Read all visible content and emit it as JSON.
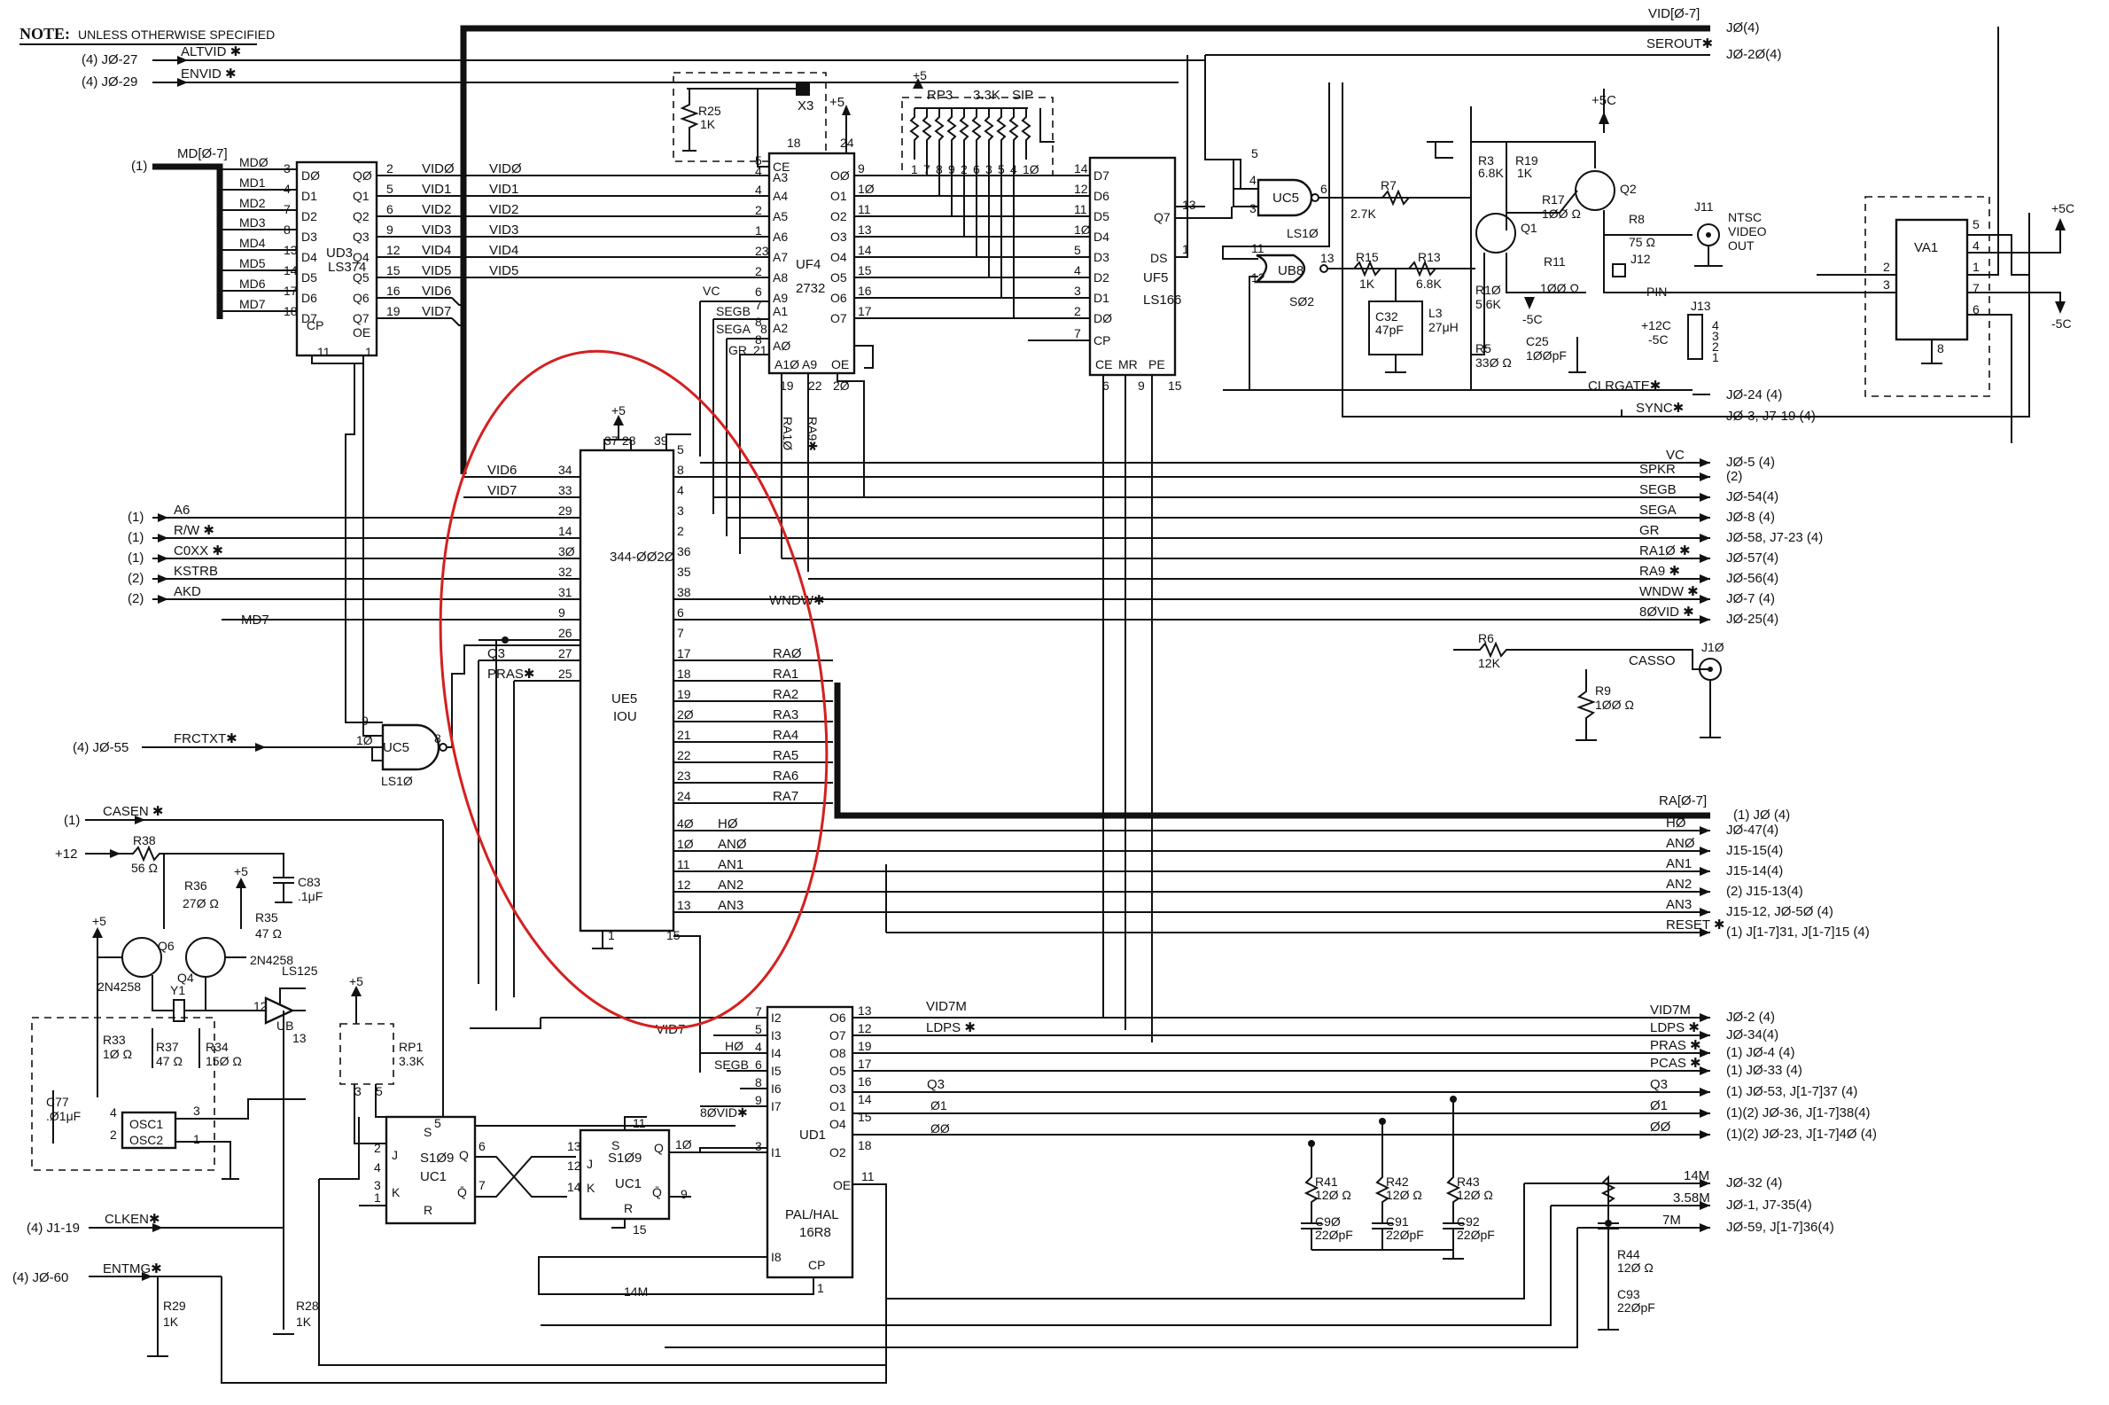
{
  "note": {
    "title": "NOTE:",
    "text": "UNLESS OTHERWISE SPECIFIED"
  },
  "left_inputs": [
    {
      "ref": "(4) JØ-27",
      "signal": "ALTVID ✱"
    },
    {
      "ref": "(4) JØ-29",
      "signal": "ENVID ✱"
    },
    {
      "ref": "(1)",
      "signal": "A6"
    },
    {
      "ref": "(1)",
      "signal": "R/W ✱"
    },
    {
      "ref": "(1)",
      "signal": "C0XX ✱"
    },
    {
      "ref": "(2)",
      "signal": "KSTRB"
    },
    {
      "ref": "(2)",
      "signal": "AKD"
    },
    {
      "ref": "(4) JØ-55",
      "signal": "FRCTXT✱"
    },
    {
      "ref": "(1)",
      "signal": "CASEN ✱"
    },
    {
      "ref": "+12",
      "signal": ""
    },
    {
      "ref": "(4) J1-19",
      "signal": "CLKEN✱"
    },
    {
      "ref": "(4) JØ-60",
      "signal": "ENTMG✱"
    }
  ],
  "md_bus": {
    "ref": "(1)",
    "label": "MD[Ø-7]",
    "lines": [
      "MDØ",
      "MD1",
      "MD2",
      "MD3",
      "MD4",
      "MD5",
      "MD6",
      "MD7"
    ]
  },
  "ud3": {
    "name": "UD3",
    "part": "LS374",
    "inputs": [
      "DØ",
      "D1",
      "D2",
      "D3",
      "D4",
      "D5",
      "D6",
      "D7"
    ],
    "in_pins": [
      "3",
      "4",
      "7",
      "8",
      "13",
      "14",
      "17",
      "18"
    ],
    "outputs": [
      "QØ",
      "Q1",
      "Q2",
      "Q3",
      "Q4",
      "Q5",
      "Q6",
      "Q7"
    ],
    "out_pins": [
      "2",
      "5",
      "6",
      "9",
      "12",
      "15",
      "16",
      "19"
    ],
    "cp": "CP",
    "oe": "OE",
    "cp_pin": "11",
    "oe_pin": "1"
  },
  "vid_lines": [
    "VIDØ",
    "VID1",
    "VID2",
    "VID3",
    "VID4",
    "VID5",
    "VID6",
    "VID7"
  ],
  "uf4": {
    "name": "UF4",
    "part": "2732",
    "left_pins": [
      [
        "CE",
        "5"
      ],
      [
        "A3",
        "4"
      ],
      [
        "A4",
        "4"
      ],
      [
        "A5",
        "2"
      ],
      [
        "A6",
        "1"
      ],
      [
        "A7",
        "23"
      ],
      [
        "A8",
        "2"
      ],
      [
        "A9",
        "6"
      ],
      [
        "A1",
        "7"
      ],
      [
        "A2",
        "8"
      ],
      [
        "AØ",
        "8"
      ]
    ],
    "right_pins": [
      [
        "OØ",
        "9"
      ],
      [
        "O1",
        "1Ø"
      ],
      [
        "O2",
        "11"
      ],
      [
        "O3",
        "13"
      ],
      [
        "O4",
        "14"
      ],
      [
        "O5",
        "15"
      ],
      [
        "O6",
        "16"
      ],
      [
        "O7",
        "17"
      ]
    ],
    "bottom": [
      "A1Ø",
      "A9",
      "OE"
    ],
    "bottom_pins": [
      "19",
      "22",
      "2Ø"
    ],
    "top_pins": [
      "18",
      "24"
    ],
    "extra": [
      "VC",
      "SEGB",
      "SEGA",
      "GR"
    ],
    "extra_pins": [
      "7",
      "8",
      "21"
    ]
  },
  "x3": {
    "name": "X3",
    "supply": "+5"
  },
  "r25": {
    "name": "R25",
    "value": "1K"
  },
  "rp3": {
    "name": "RP3",
    "value": "3.3K",
    "type": "SIP",
    "supply": "+5",
    "pins": [
      "1",
      "7",
      "8",
      "9",
      "2",
      "6",
      "3",
      "5",
      "4",
      "1Ø"
    ]
  },
  "uf5": {
    "name": "UF5",
    "part": "LS166",
    "left": [
      "D7",
      "D6",
      "D5",
      "D4",
      "D3",
      "D2",
      "D1",
      "DØ",
      "CP"
    ],
    "left_pins": [
      "14",
      "12",
      "11",
      "1Ø",
      "5",
      "4",
      "3",
      "2",
      "7"
    ],
    "right": [
      "Q7",
      "DS"
    ],
    "right_pins": [
      "13",
      "1"
    ],
    "bottom": [
      "CE",
      "MR",
      "PE"
    ],
    "bottom_pins": [
      "6",
      "9",
      "15"
    ]
  },
  "uc5_top": {
    "name": "UC5",
    "part": "LS1Ø",
    "pins": [
      "5",
      "4",
      "3",
      "6"
    ]
  },
  "ub8": {
    "name": "UB8",
    "part": "SØ2",
    "pins": [
      "11",
      "12",
      "13"
    ]
  },
  "video": {
    "r7": [
      "R7",
      "2.7K"
    ],
    "r15": [
      "R15",
      "1K"
    ],
    "r13": [
      "R13",
      "6.8K"
    ],
    "r3": [
      "R3",
      "6.8K"
    ],
    "r19": [
      "R19",
      "1K"
    ],
    "r17": [
      "R17",
      "1ØØ Ω"
    ],
    "r8": [
      "R8",
      "75 Ω"
    ],
    "r10": [
      "R1Ø",
      "5.6K"
    ],
    "r11": [
      "R11",
      "1ØØ Ω"
    ],
    "r5": [
      "R5",
      "33Ø Ω"
    ],
    "c32": [
      "C32",
      "47pF"
    ],
    "l3": [
      "L3",
      "27μH"
    ],
    "c25": [
      "C25",
      "1ØØpF"
    ],
    "q1": "Q1",
    "q2": "Q2",
    "plus5": "+5C",
    "minus5": "-5C",
    "j11": "J11",
    "j11_label": [
      "NTSC",
      "VIDEO",
      "OUT"
    ],
    "j12": "J12",
    "pin": "PIN",
    "j13": "J13",
    "j13_labels": [
      "+12C",
      "-5C"
    ],
    "j13_pins": [
      "4",
      "3",
      "2",
      "1"
    ]
  },
  "va1": {
    "name": "VA1",
    "pins": [
      "2",
      "3",
      "5",
      "4",
      "1",
      "7",
      "6",
      "8"
    ],
    "plus": "+5C",
    "minus": "-5C"
  },
  "ue5": {
    "name": "UE5",
    "part": "IOU",
    "code": "344-ØØ2Ø",
    "top": [
      "37",
      "28",
      "39"
    ],
    "supply": "+5",
    "left_signals": [
      "VID6",
      "VID7",
      "",
      "",
      "",
      "",
      "",
      "",
      "",
      "Q3",
      "PRAS✱"
    ],
    "left_pins": [
      "34",
      "33",
      "29",
      "14",
      "3Ø",
      "32",
      "31",
      "9",
      "26",
      "27",
      "25"
    ],
    "right_pins": [
      "5",
      "8",
      "4",
      "3",
      "2",
      "36",
      "35",
      "38",
      "6",
      "7",
      "17",
      "18",
      "19",
      "2Ø",
      "21",
      "22",
      "23",
      "24",
      "4Ø",
      "1Ø",
      "11",
      "12",
      "13"
    ],
    "bottom_pins": [
      "1",
      "15"
    ],
    "md7": "MD7"
  },
  "ra_lines": [
    "RAØ",
    "RA1",
    "RA2",
    "RA3",
    "RA4",
    "RA5",
    "RA6",
    "RA7"
  ],
  "an_lines": [
    "HØ",
    "ANØ",
    "AN1",
    "AN2",
    "AN3"
  ],
  "wndw": "WNDW✱",
  "vertical_labels": [
    "RA1Ø",
    "RA9✱"
  ],
  "right_outputs": [
    {
      "signal": "VID[Ø-7]",
      "ref": "JØ(4)"
    },
    {
      "signal": "SEROUT✱",
      "ref": "JØ-2Ø(4)"
    },
    {
      "signal": "CLRGATE✱",
      "ref": "JØ-24 (4)"
    },
    {
      "signal": "SYNC✱",
      "ref": "JØ-3, J7-19 (4)"
    },
    {
      "signal": "VC",
      "ref": "JØ-5 (4)"
    },
    {
      "signal": "SPKR",
      "ref": "(2)"
    },
    {
      "signal": "SEGB",
      "ref": "JØ-54(4)"
    },
    {
      "signal": "SEGA",
      "ref": "JØ-8 (4)"
    },
    {
      "signal": "GR",
      "ref": "JØ-58, J7-23 (4)"
    },
    {
      "signal": "RA1Ø ✱",
      "ref": "JØ-57(4)"
    },
    {
      "signal": "RA9 ✱",
      "ref": "JØ-56(4)"
    },
    {
      "signal": "WNDW ✱",
      "ref": "JØ-7 (4)"
    },
    {
      "signal": "8ØVID ✱",
      "ref": "JØ-25(4)"
    }
  ],
  "casso": {
    "r6": [
      "R6",
      "12K"
    ],
    "r9": [
      "R9",
      "1ØØ Ω"
    ],
    "label": "CASSO",
    "jack": "J1Ø"
  },
  "ra_bus": {
    "signal": "RA[Ø-7]",
    "ref": "(1) JØ (4)"
  },
  "ra_bus_outputs": [
    {
      "signal": "HØ",
      "ref": "JØ-47(4)"
    },
    {
      "signal": "ANØ",
      "ref": "J15-15(4)"
    },
    {
      "signal": "AN1",
      "ref": "J15-14(4)"
    },
    {
      "signal": "AN2",
      "ref": "(2) J15-13(4)"
    },
    {
      "signal": "AN3",
      "ref": "J15-12, JØ-5Ø (4)"
    },
    {
      "signal": "RESET ✱",
      "ref": "(1) J[1-7]31, J[1-7]15 (4)"
    }
  ],
  "uc5_mid": {
    "name": "UC5",
    "part": "LS1Ø",
    "pins": [
      "9",
      "1Ø",
      "8"
    ]
  },
  "clock": {
    "r38": [
      "R38",
      "56 Ω"
    ],
    "c83": [
      "C83",
      ".1μF"
    ],
    "r36": [
      "R36",
      "27Ø Ω"
    ],
    "r35": [
      "R35",
      "47 Ω"
    ],
    "q6": [
      "Q6",
      "2N4258"
    ],
    "q4": [
      "Q4",
      "2N4258"
    ],
    "y1": "Y1",
    "r33": [
      "R33",
      "1Ø Ω"
    ],
    "r37": [
      "R37",
      "47 Ω"
    ],
    "r34": [
      "R34",
      "15Ø Ω"
    ],
    "c77": [
      "C77",
      ".Ø1μF"
    ],
    "osc": [
      "OSC1",
      "OSC2"
    ],
    "ub": "UB",
    "ls125": "LS125",
    "plus5": "+5",
    "pins": [
      "4",
      "2",
      "3",
      "1",
      "12",
      "13"
    ]
  },
  "rp1": {
    "name": "RP1",
    "value": "3.3K",
    "supply": "+5",
    "pins": [
      "3",
      "5"
    ]
  },
  "uc1a": {
    "name": "UC1",
    "part": "S1Ø9",
    "pins": [
      "5",
      "2",
      "4",
      "6",
      "7",
      "1",
      "3"
    ],
    "labels": [
      "S",
      "J",
      "K",
      "Q",
      "Q̄",
      "R"
    ]
  },
  "uc1b": {
    "name": "UC1",
    "part": "S1Ø9",
    "pins": [
      "11",
      "13",
      "12",
      "14",
      "1Ø",
      "9",
      "15"
    ],
    "labels": [
      "S",
      "J",
      "K",
      "Q",
      "Q̄",
      "R"
    ]
  },
  "r29": [
    "R29",
    "1K"
  ],
  "r28": [
    "R28",
    "1K"
  ],
  "ud1": {
    "name": "UD1",
    "part": "PAL/HAL",
    "part2": "16R8",
    "left": [
      "I2",
      "I3",
      "I4",
      "I5",
      "I6",
      "I7",
      "I1",
      "I8"
    ],
    "left_pins": [
      "7",
      "5",
      "4",
      "6",
      "8",
      "9",
      "3",
      ""
    ],
    "right": [
      "O6",
      "O7",
      "O8",
      "O5",
      "O3",
      "O1",
      "O4",
      "O2"
    ],
    "right_pins": [
      "13",
      "12",
      "19",
      "17",
      "16",
      "14",
      "15",
      "18"
    ],
    "oe": "OE",
    "oe_pin": "11",
    "cp": "CP",
    "cp_pin": "1",
    "left_signals": [
      "VID7",
      "",
      "HØ",
      "SEGB",
      "",
      "8ØVID✱"
    ]
  },
  "bottom_outputs": [
    {
      "signal": "VID7M",
      "ref": "JØ-2 (4)"
    },
    {
      "signal": "LDPS ✱",
      "ref": "JØ-34(4)"
    },
    {
      "signal": "PRAS ✱",
      "ref": "(1) JØ-4 (4)"
    },
    {
      "signal": "PCAS ✱",
      "ref": "(1) JØ-33 (4)"
    },
    {
      "signal": "Q3",
      "ref": "(1) JØ-53, J[1-7]37 (4)"
    },
    {
      "signal": "Ø1",
      "ref": "(1)(2) JØ-36, J[1-7]38(4)"
    },
    {
      "signal": "ØØ",
      "ref": "(1)(2) JØ-23, J[1-7]4Ø (4)"
    }
  ],
  "ud1_out_labels": [
    "VID7M",
    "LDPS ✱",
    "Q3",
    "Ø1",
    "ØØ"
  ],
  "terminations": [
    {
      "r": [
        "R41",
        "12Ø Ω"
      ],
      "c": [
        "C9Ø",
        "22ØpF"
      ]
    },
    {
      "r": [
        "R42",
        "12Ø Ω"
      ],
      "c": [
        "C91",
        "22ØpF"
      ]
    },
    {
      "r": [
        "R43",
        "12Ø Ω"
      ],
      "c": [
        "C92",
        "22ØpF"
      ]
    },
    {
      "r": [
        "R44",
        "12Ø Ω"
      ],
      "c": [
        "C93",
        "22ØpF"
      ]
    }
  ],
  "clock_outputs": [
    {
      "signal": "14M",
      "ref": "JØ-32 (4)"
    },
    {
      "signal": "3.58M",
      "ref": "JØ-1, J7-35(4)"
    },
    {
      "signal": "7M",
      "ref": "JØ-59, J[1-7]36(4)"
    }
  ],
  "net_14m": "14M"
}
